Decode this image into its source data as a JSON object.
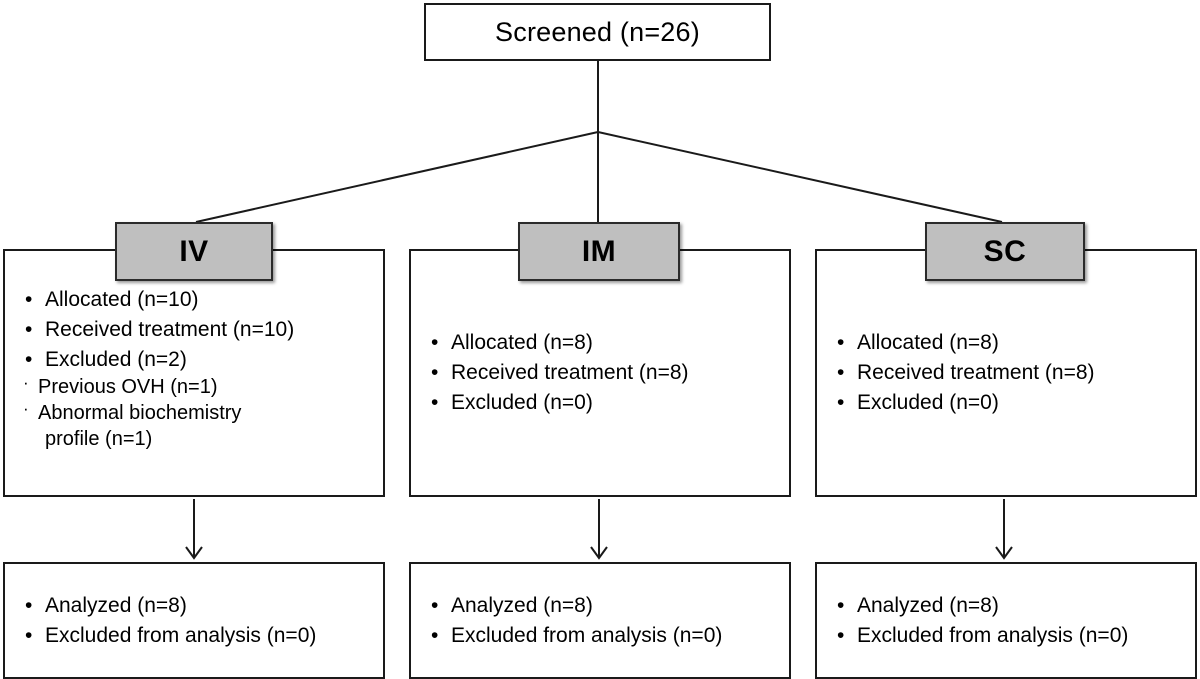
{
  "diagram": {
    "type": "consort-flow-diagram",
    "title_text": "Screened (n=26)",
    "bullet_glyph": "•",
    "subbullet_glyph": "·",
    "colors": {
      "header_fill": "#bfbfbf",
      "box_fill": "#ffffff",
      "line": "#1a1a1a",
      "text": "#000000"
    }
  },
  "top": {
    "label": "Screened (n=26)",
    "n": 26
  },
  "groups": [
    {
      "key": "iv",
      "header": "IV",
      "allocation": {
        "items": [
          "Allocated (n=10)",
          "Received treatment (n=10)",
          "Excluded (n=2)"
        ],
        "subitems": [
          "Previous OVH (n=1)",
          "Abnormal biochemistry"
        ],
        "subitem_wrap": "profile  (n=1)",
        "allocated_n": 10,
        "received_n": 10,
        "excluded_n": 2
      },
      "analysis": {
        "items": [
          "Analyzed (n=8)",
          "Excluded from analysis (n=0)"
        ],
        "analyzed_n": 8,
        "excluded_n": 0
      }
    },
    {
      "key": "im",
      "header": "IM",
      "allocation": {
        "items": [
          "Allocated (n=8)",
          "Received treatment (n=8)",
          "Excluded (n=0)"
        ],
        "allocated_n": 8,
        "received_n": 8,
        "excluded_n": 0
      },
      "analysis": {
        "items": [
          "Analyzed (n=8)",
          "Excluded from analysis (n=0)"
        ],
        "analyzed_n": 8,
        "excluded_n": 0
      }
    },
    {
      "key": "sc",
      "header": "SC",
      "allocation": {
        "items": [
          "Allocated (n=8)",
          "Received treatment (n=8)",
          "Excluded (n=0)"
        ],
        "allocated_n": 8,
        "received_n": 8,
        "excluded_n": 0
      },
      "analysis": {
        "items": [
          "Analyzed (n=8)",
          "Excluded from analysis (n=0)"
        ],
        "analyzed_n": 8,
        "excluded_n": 0
      }
    }
  ]
}
